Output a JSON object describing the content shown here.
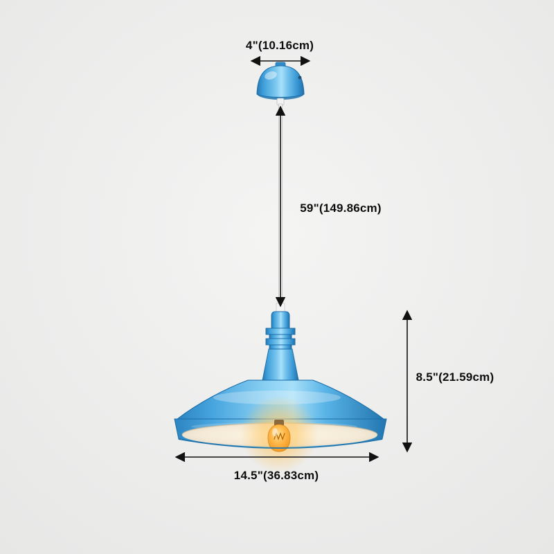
{
  "diagram": {
    "type": "product-dimension-diagram",
    "subject": "blue barn pendant lamp",
    "labels": {
      "canopy_width": "4\"(10.16cm)",
      "cord_length": "59\"(149.86cm)",
      "fixture_height": "8.5\"(21.59cm)",
      "shade_width": "14.5\"(36.83cm)"
    },
    "colors": {
      "lamp_blue": "#45A7E2",
      "lamp_blue_dark": "#2679B4",
      "lamp_blue_highlight": "#A8E0FA",
      "bulb_glow": "#FFB640",
      "shade_interior": "#F7EEDD",
      "dimension_line": "#111111",
      "background": "#EDEDEC",
      "cord_white": "#F8F8F8"
    }
  }
}
